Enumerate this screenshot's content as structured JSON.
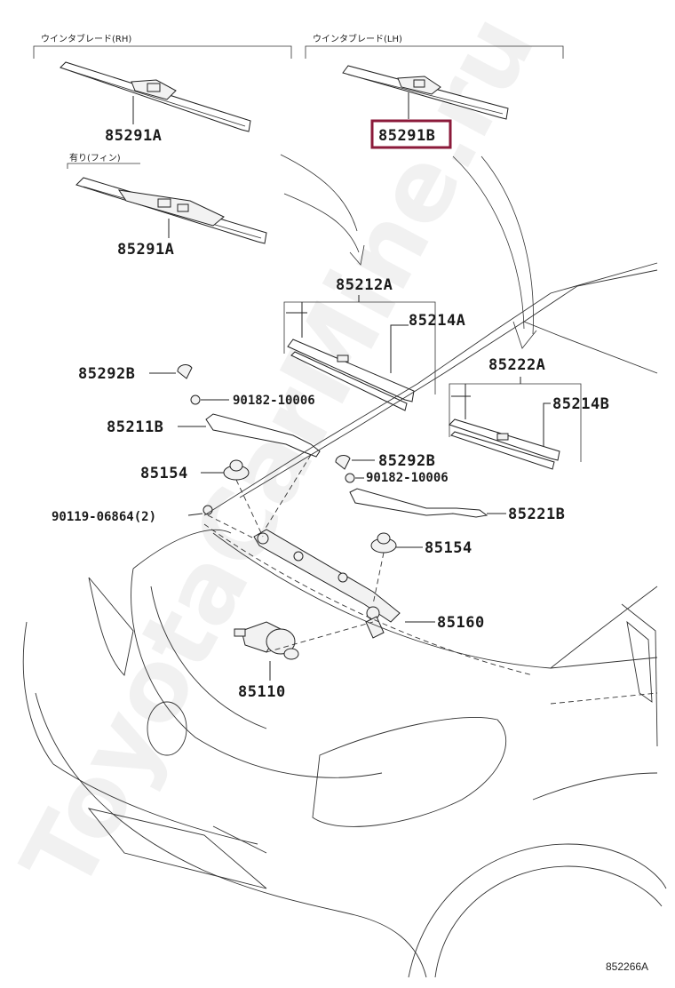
{
  "header": {
    "blade_rh": "ウインタブレード(RH)",
    "blade_lh": "ウインタブレード(LH)",
    "with_fin": "有り(フィン)"
  },
  "labels": {
    "p85291a_1": "85291A",
    "p85291b": "85291B",
    "p85291a_2": "85291A",
    "p85212a": "85212A",
    "p85214a": "85214A",
    "p85292b_1": "85292B",
    "p90182_1": "90182-10006",
    "p85211b": "85211B",
    "p85154_1": "85154",
    "p90119": "90119-06864(2)",
    "p85222a": "85222A",
    "p85214b": "85214B",
    "p85292b_2": "85292B",
    "p90182_2": "90182-10006",
    "p85221b": "85221B",
    "p85154_2": "85154",
    "p85160": "85160",
    "p85110": "85110"
  },
  "highlight_color": "#8b1a3a",
  "diagram_code": "852266A",
  "watermark": "ToyotaCarMine.ru"
}
